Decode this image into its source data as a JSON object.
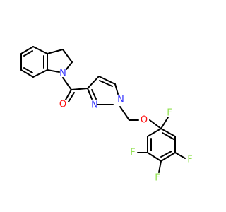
{
  "colors": {
    "background": "#ffffff",
    "bond": "#000000",
    "N": "#3333ff",
    "O": "#ff0d0d",
    "F": "#90e050"
  },
  "atoms": [
    {
      "id": "N1",
      "element": "N",
      "label": "N"
    },
    {
      "id": "O1",
      "element": "O",
      "label": "O"
    },
    {
      "id": "N2",
      "element": "N",
      "label": "N"
    },
    {
      "id": "N3",
      "element": "N",
      "label": "N"
    },
    {
      "id": "O2",
      "element": "O",
      "label": "O"
    },
    {
      "id": "F1",
      "element": "F",
      "label": "F"
    },
    {
      "id": "F2",
      "element": "F",
      "label": "F"
    },
    {
      "id": "F3",
      "element": "F",
      "label": "F"
    },
    {
      "id": "F4",
      "element": "F",
      "label": "F"
    }
  ]
}
